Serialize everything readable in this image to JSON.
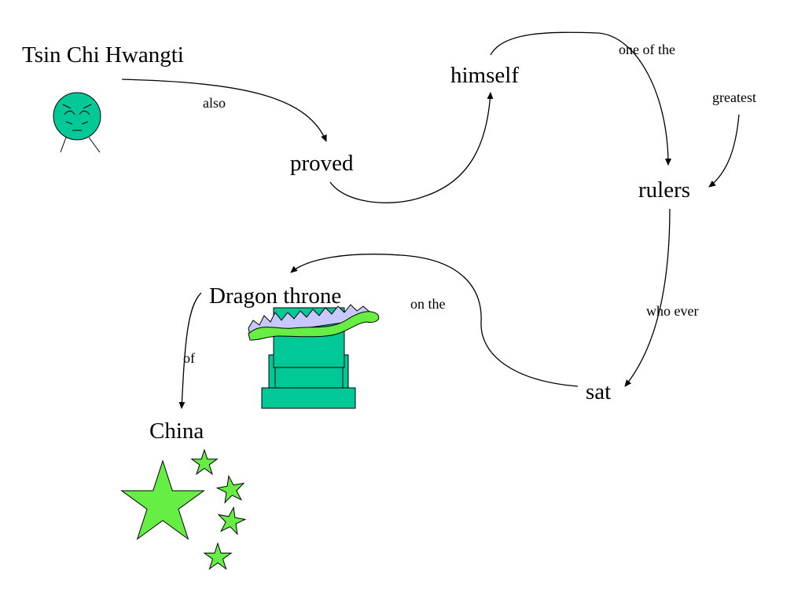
{
  "nodes": {
    "tsin": "Tsin Chi Hwangti",
    "proved": "proved",
    "himself": "himself",
    "rulers": "rulers",
    "sat": "sat",
    "throne": "Dragon throne",
    "china": "China"
  },
  "edge_labels": {
    "also": "also",
    "one_of_the": "one of the",
    "greatest": "greatest",
    "who_ever": "who ever",
    "on_the": "on the",
    "of": "of"
  },
  "colors": {
    "face": "#00c896",
    "throne": "#00c896",
    "dragon": "#66ee44",
    "dragon_spikes": "#c8c8ff",
    "stars": "#66ee44"
  },
  "icons": [
    "emperor-face-icon",
    "dragon-throne-icon",
    "china-stars-icon"
  ]
}
